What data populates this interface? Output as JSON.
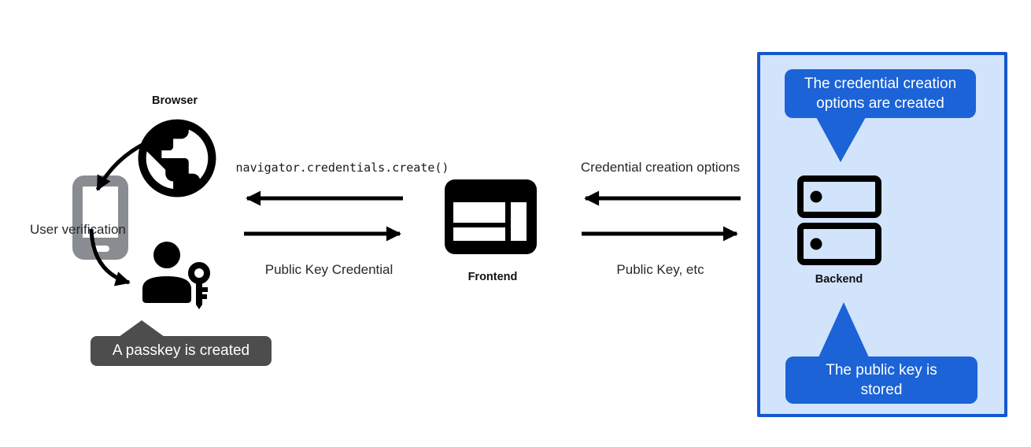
{
  "browser": {
    "label": "Browser"
  },
  "phone": {
    "label": "User verification"
  },
  "passkey_tooltip": {
    "text": "A passkey is created"
  },
  "frontend": {
    "label": "Frontend"
  },
  "backend": {
    "label": "Backend"
  },
  "flows": {
    "create_call": {
      "label": "navigator.credentials.create()"
    },
    "public_key_credential": {
      "label": "Public Key Credential"
    },
    "credential_creation_options": {
      "label": "Credential creation options"
    },
    "public_key_etc": {
      "label": "Public Key, etc"
    }
  },
  "backend_panel": {
    "callout_top": {
      "text": "The credential creation\noptions are created"
    },
    "callout_bottom": {
      "text": "The public key is\nstored"
    }
  },
  "colors": {
    "callout_blue": "#1b63d6",
    "panel_border_blue": "#1457ce",
    "panel_background": "#d2e3fc",
    "tooltip_grey": "#4d4d4d",
    "icon_black": "#000000",
    "phone_grey": "#898d91"
  }
}
